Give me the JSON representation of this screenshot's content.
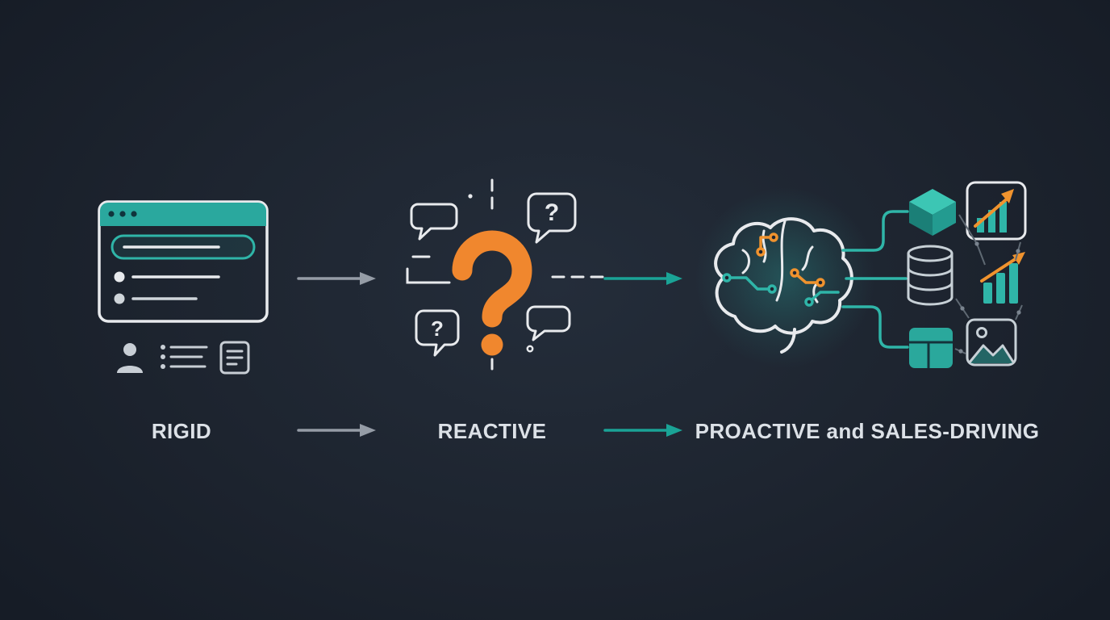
{
  "page": {
    "background": "#1d242f",
    "description_visible_text_only": true
  },
  "colors": {
    "teal_accent": "#2fb5a8",
    "teal_dark": "#1f8e85",
    "orange_accent": "#f0872e",
    "line_light": "#e8eaed",
    "line_gray": "#c7d0d6",
    "arrow_gray": "#959ca6",
    "arrow_teal": "#1aa396",
    "text": "#dce1e7"
  },
  "glyphs": {
    "question_mark": "?"
  },
  "stages": [
    {
      "id": "rigid",
      "label": "RIGID",
      "icon": "static-browser-window"
    },
    {
      "id": "reactive",
      "label": "REACTIVE",
      "icon": "question-marks-and-chat-bubbles"
    },
    {
      "id": "proactive",
      "label": "PROACTIVE and SALES-DRIVING",
      "icon": "ai-brain-with-connected-data-nodes"
    }
  ],
  "arrows": [
    {
      "from": "rigid",
      "to": "reactive",
      "row": "icons",
      "color": "gray"
    },
    {
      "from": "reactive",
      "to": "proactive",
      "row": "icons",
      "color": "teal"
    },
    {
      "from": "rigid",
      "to": "reactive",
      "row": "labels",
      "color": "gray"
    },
    {
      "from": "reactive",
      "to": "proactive",
      "row": "labels",
      "color": "teal"
    }
  ]
}
